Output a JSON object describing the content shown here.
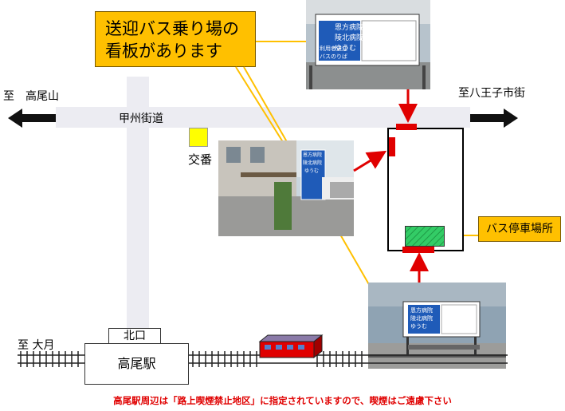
{
  "callout_main": {
    "line1": "送迎バス乗り場の",
    "line2": "看板があります"
  },
  "callout_bus": "バス停車場所",
  "road_label": "甲州街道",
  "direction_west": "至　高尾山",
  "direction_east": "至八王子市街",
  "direction_otsuki": "至 大月",
  "koban_label": "交番",
  "station_label": "高尾駅",
  "north_exit_label": "北口",
  "notice": "高尾駅周辺は「路上喫煙禁止地区」に指定されていますので、喫煙はご遠慮下さい",
  "sign_text": {
    "hospital1": "恩方病院",
    "hospital2": "陵北病院",
    "hospital3": "ゆうむ",
    "pickup1": "利用者送迎",
    "pickup2": "バスのりば"
  },
  "colors": {
    "callout": "#ffc000",
    "road": "#ececf2",
    "marker_red": "#e00000",
    "parking_green": "#33cc66",
    "koban_yellow": "#ffff00",
    "notice_red": "#e00000"
  }
}
